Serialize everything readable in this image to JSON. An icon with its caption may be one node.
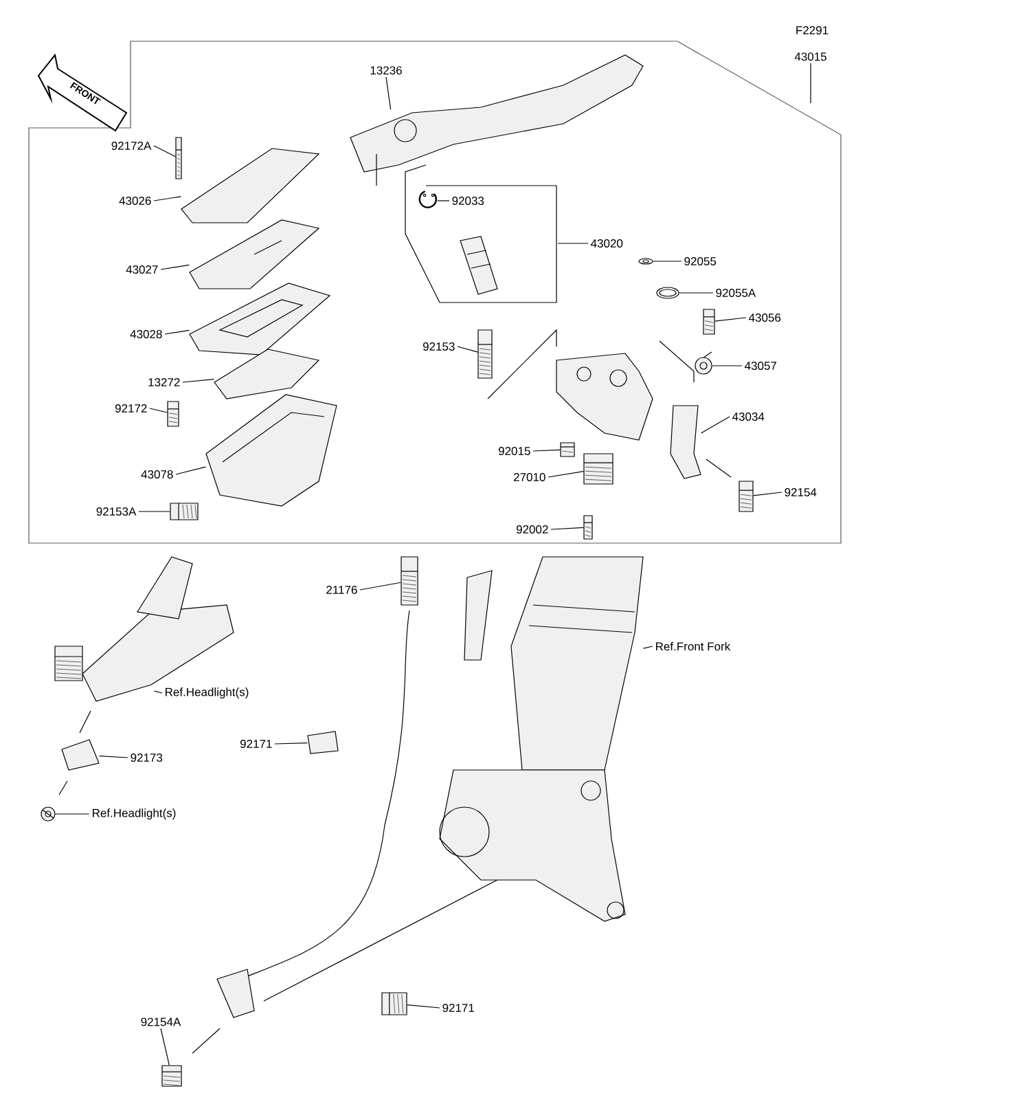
{
  "diagram": {
    "nodes": [
      {
        "text": [
          "43015"
        ]
      },
      {
        "text": [
          "13236"
        ]
      },
      {
        "text": [
          "92172A"
        ]
      },
      {
        "text": [
          "43026"
        ]
      },
      {
        "text": [
          "92033"
        ]
      },
      {
        "text": [
          "43027"
        ]
      },
      {
        "text": [
          "43020"
        ]
      },
      {
        "text": [
          "92055"
        ]
      },
      {
        "text": [
          "92055A"
        ]
      },
      {
        "text": [
          "43028"
        ]
      },
      {
        "text": [
          "43056"
        ]
      },
      {
        "text": [
          "92153"
        ]
      },
      {
        "text": [
          "13272"
        ]
      },
      {
        "text": [
          "43057"
        ]
      },
      {
        "text": [
          "92172"
        ]
      },
      {
        "text": [
          "43034"
        ]
      },
      {
        "text": [
          "92015"
        ]
      },
      {
        "text": [
          "43078"
        ]
      },
      {
        "text": [
          "27010"
        ]
      },
      {
        "text": [
          "92154"
        ]
      },
      {
        "text": [
          "92153A"
        ]
      },
      {
        "text": [
          "92002"
        ]
      },
      {
        "text": [
          "21176"
        ]
      },
      {
        "text": [
          "Ref.Front Fork"
        ]
      },
      {
        "text": [
          "Ref.Headlight(s)"
        ]
      },
      {
        "text": [
          "92173"
        ]
      },
      {
        "text": [
          "92171"
        ]
      },
      {
        "text": [
          "Ref.Headlight(s)"
        ]
      },
      {
        "text": [
          "92171"
        ]
      },
      {
        "text": [
          "92154A"
        ]
      },
      {
        "text": [],
        "shape": "picture"
      },
      {
        "text": [],
        "shape": "picture"
      },
      {
        "text": [],
        "shape": "picture"
      },
      {
        "text": [],
        "shape": "picture"
      },
      {
        "text": [],
        "shape": "picture"
      },
      {
        "text": [],
        "shape": "picture"
      },
      {
        "text": [],
        "shape": "picture"
      },
      {
        "text": [],
        "shape": "picture"
      },
      {
        "text": [],
        "shape": "picture"
      },
      {
        "text": [],
        "shape": "picture"
      },
      {
        "text": [],
        "shape": "picture"
      },
      {
        "text": [],
        "shape": "picture"
      },
      {
        "text": [],
        "shape": "picture"
      },
      {
        "text": [],
        "shape": "picture"
      },
      {
        "text": [],
        "shape": "picture"
      },
      {
        "text": [],
        "shape": "picture"
      },
      {
        "text": [],
        "shape": "picture"
      },
      {
        "text": [],
        "shape": "picture"
      },
      {
        "text": [],
        "shape": "picture"
      },
      {
        "text": [],
        "shape": "picture"
      },
      {
        "text": [],
        "shape": "picture"
      },
      {
        "text": [],
        "shape": "picture"
      },
      {
        "text": [],
        "shape": "picture"
      },
      {
        "text": [],
        "shape": "picture"
      },
      {
        "text": [],
        "shape": "picture"
      },
      {
        "text": [],
        "shape": "picture"
      },
      {
        "text": [],
        "shape": "picture"
      },
      {
        "text": [],
        "shape": "picture"
      }
    ],
    "edges": [
      {
        "from": 0,
        "to": null,
        "arrow": "none"
      },
      {
        "from": 1,
        "to": 30,
        "arrow": "none"
      },
      {
        "from": 2,
        "to": 31,
        "arrow": "none"
      },
      {
        "from": 3,
        "to": 32,
        "arrow": "none"
      },
      {
        "from": 4,
        "to": 33,
        "arrow": "none"
      },
      {
        "from": 5,
        "to": 34,
        "arrow": "none"
      },
      {
        "from": 6,
        "to": null,
        "arrow": "none"
      },
      {
        "from": 7,
        "to": 35,
        "arrow": "none"
      },
      {
        "from": 8,
        "to": 36,
        "arrow": "none"
      },
      {
        "from": 9,
        "to": 37,
        "arrow": "none"
      },
      {
        "from": 10,
        "to": 38,
        "arrow": "none"
      },
      {
        "from": 11,
        "to": 39,
        "arrow": "none"
      },
      {
        "from": 12,
        "to": 40,
        "arrow": "none"
      },
      {
        "from": 13,
        "to": 41,
        "arrow": "none"
      },
      {
        "from": 14,
        "to": 42,
        "arrow": "none"
      },
      {
        "from": 15,
        "to": 43,
        "arrow": "none"
      },
      {
        "from": 16,
        "to": 44,
        "arrow": "none"
      },
      {
        "from": 17,
        "to": 45,
        "arrow": "none"
      },
      {
        "from": 18,
        "to": 46,
        "arrow": "none"
      },
      {
        "from": 19,
        "to": 47,
        "arrow": "none"
      },
      {
        "from": 20,
        "to": 48,
        "arrow": "none"
      },
      {
        "from": 21,
        "to": 49,
        "arrow": "none"
      },
      {
        "from": 22,
        "to": 50,
        "arrow": "none"
      },
      {
        "from": 23,
        "to": 51,
        "arrow": "none"
      },
      {
        "from": 24,
        "to": 52,
        "arrow": "none"
      },
      {
        "from": 25,
        "to": 53,
        "arrow": "none"
      },
      {
        "from": 26,
        "to": 54,
        "arrow": "none"
      },
      {
        "from": 27,
        "to": 55,
        "arrow": "none"
      },
      {
        "from": 28,
        "to": 56,
        "arrow": "none"
      },
      {
        "from": 29,
        "to": 57,
        "arrow": "none"
      }
    ],
    "labels": [
      "F2291",
      "FRONT"
    ]
  }
}
